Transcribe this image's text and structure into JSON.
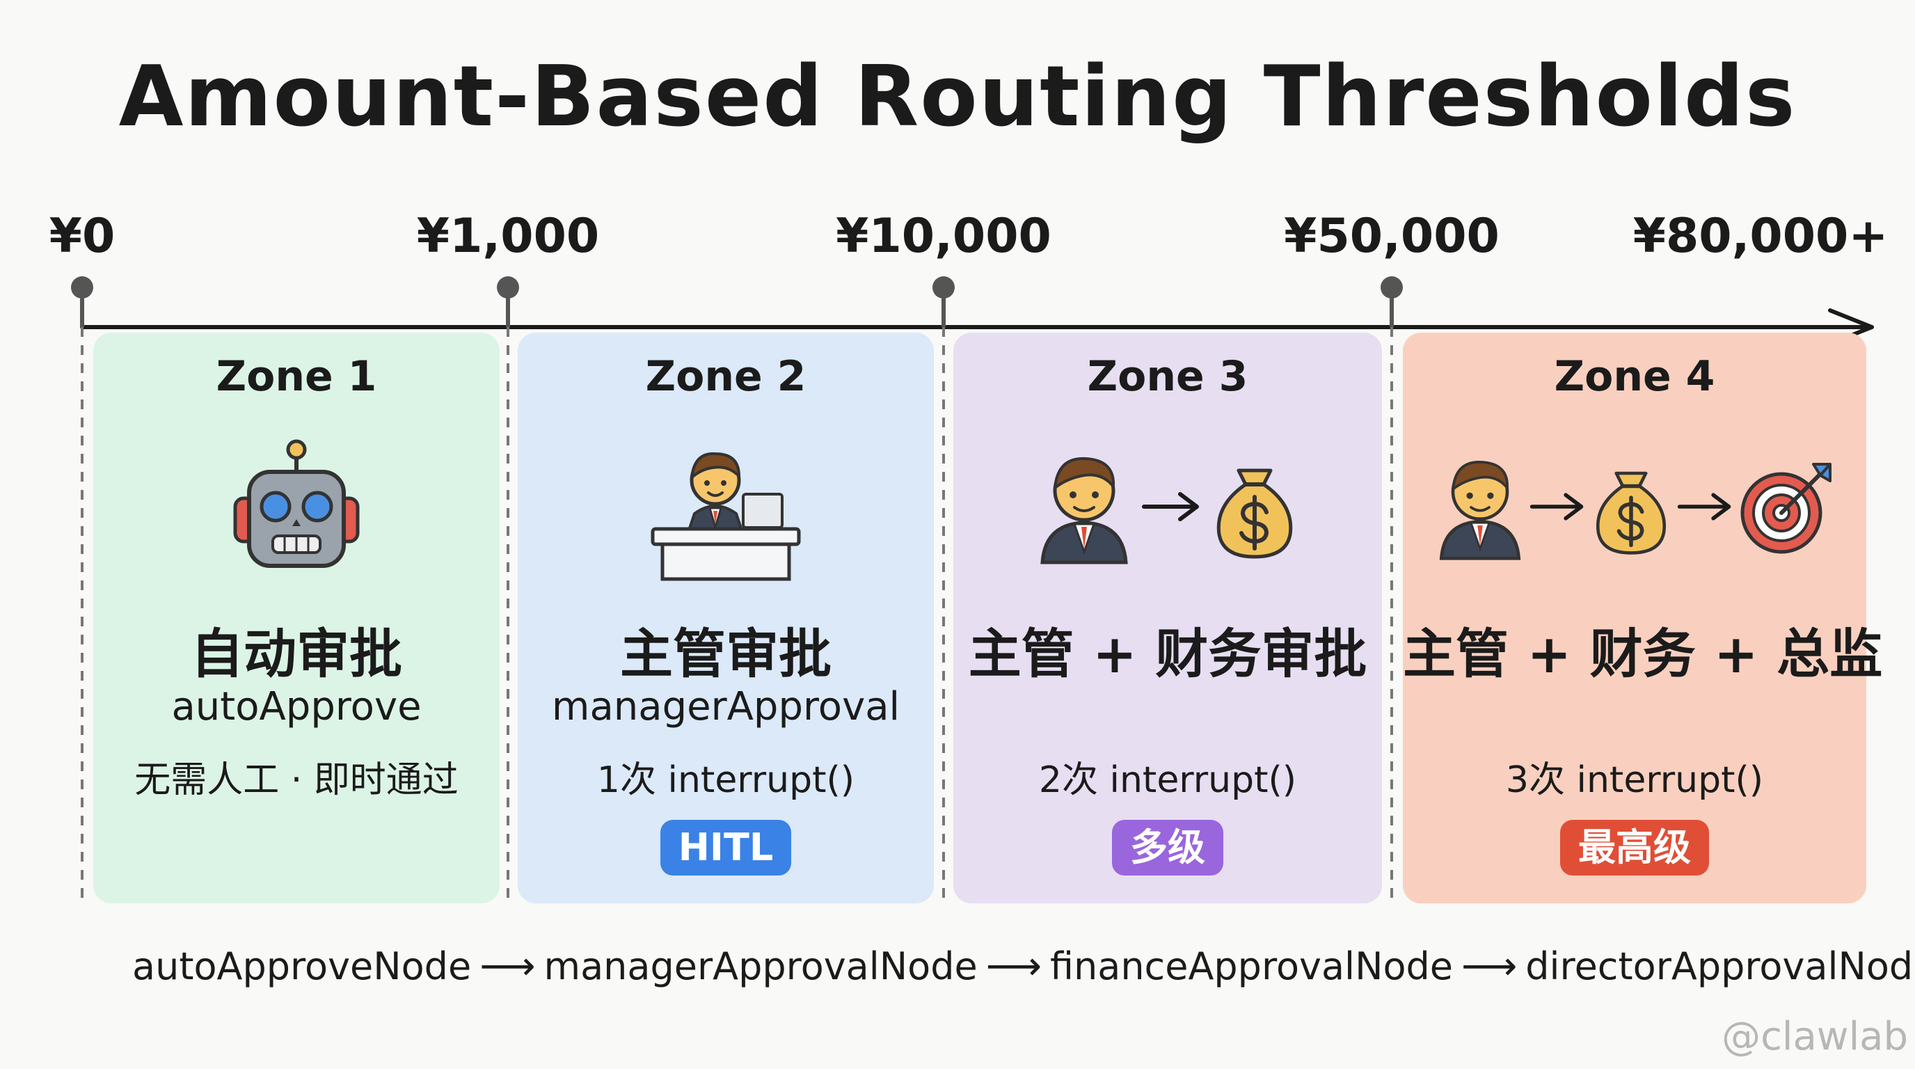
{
  "title": "Amount-Based Routing Thresholds",
  "thresholds": [
    "¥0",
    "¥1,000",
    "¥10,000",
    "¥50,000",
    "¥80,000+"
  ],
  "zones": [
    {
      "name": "Zone 1",
      "label_cn": "自动审批",
      "label_en": "autoApprove",
      "note": "无需人工 · 即时通过",
      "badge": "",
      "bg": "#dcf4e6",
      "badge_color": ""
    },
    {
      "name": "Zone 2",
      "label_cn": "主管审批",
      "label_en": "managerApproval",
      "note": "1次 interrupt()",
      "badge": "HITL",
      "bg": "#dbe9f8",
      "badge_color": "#3b82e6"
    },
    {
      "name": "Zone 3",
      "label_cn": "主管 + 财务审批",
      "label_en": "",
      "note": "2次 interrupt()",
      "badge": "多级",
      "bg": "#e7def2",
      "badge_color": "#9966dd"
    },
    {
      "name": "Zone 4",
      "label_cn": "主管 + 财务 + 总监",
      "label_en": "",
      "note": "3次 interrupt()",
      "badge": "最高级",
      "bg": "#f9d0bf",
      "badge_color": "#e04e36"
    }
  ],
  "flow": [
    "autoApproveNode",
    "managerApprovalNode",
    "financeApprovalNode",
    "directorApprovalNode"
  ],
  "watermark": "@clawlab",
  "icons": {
    "zone1": [
      "robot-icon"
    ],
    "zone2": [
      "manager-at-desk-icon"
    ],
    "zone3": [
      "manager-icon",
      "arrow-right-icon",
      "money-bag-icon"
    ],
    "zone4": [
      "manager-icon",
      "arrow-right-icon",
      "money-bag-icon",
      "arrow-right-icon",
      "target-icon"
    ]
  },
  "colors": {
    "axis": "#1b1b1b",
    "marker": "#555555",
    "skin": "#f7c66b",
    "suit": "#3d4656",
    "gold": "#f2c25a",
    "robot": "#9aa2ab",
    "robot_ear": "#e35b4f",
    "robot_eye": "#4a90e2"
  }
}
